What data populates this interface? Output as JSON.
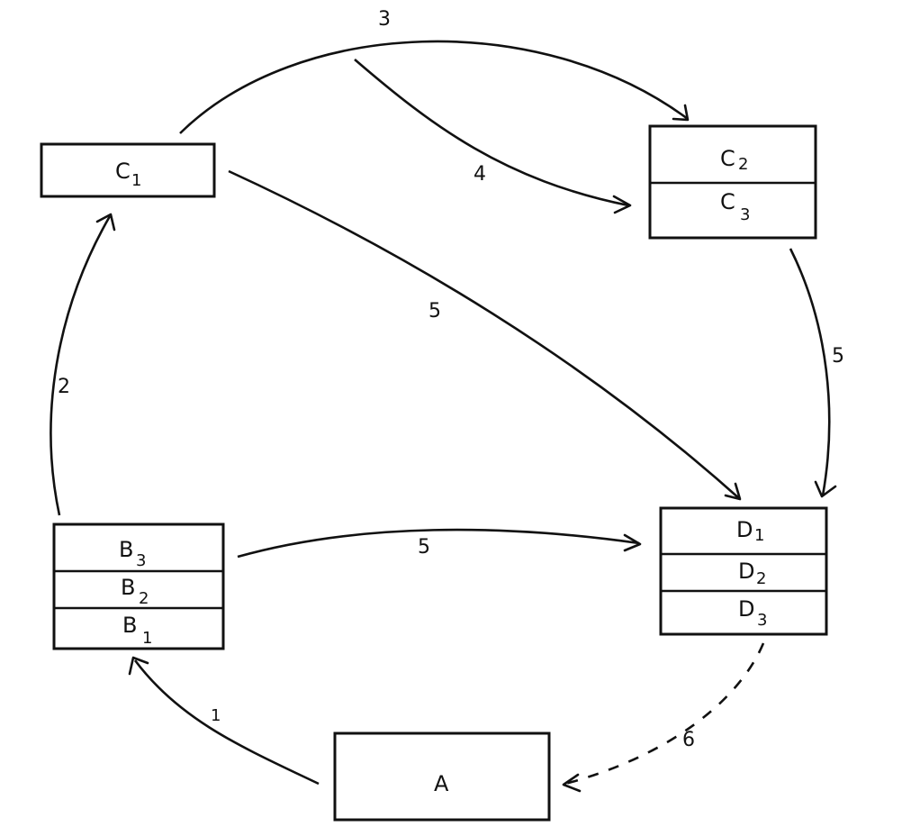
{
  "nodes": {
    "C1": {
      "label": "C",
      "sub": "1"
    },
    "C2": {
      "label": "C",
      "sub": "2"
    },
    "C3": {
      "label": "C",
      "sub": "3"
    },
    "B3": {
      "label": "B",
      "sub": "3"
    },
    "B2": {
      "label": "B",
      "sub": "2"
    },
    "B1": {
      "label": "B",
      "sub": "1"
    },
    "D1": {
      "label": "D",
      "sub": "1"
    },
    "D2": {
      "label": "D",
      "sub": "2"
    },
    "D3": {
      "label": "D",
      "sub": "3"
    },
    "A": {
      "label": "A"
    }
  },
  "edges": [
    {
      "id": "e1",
      "from": "A",
      "to": "B1",
      "label": "1",
      "style": "solid"
    },
    {
      "id": "e2",
      "from": "B3",
      "to": "C1",
      "label": "2",
      "style": "solid"
    },
    {
      "id": "e3",
      "from": "C1",
      "to": "C2",
      "label": "3",
      "style": "solid"
    },
    {
      "id": "e4",
      "from": "C2-top",
      "to": "C3",
      "label": "4",
      "style": "solid"
    },
    {
      "id": "e5a",
      "from": "C1",
      "to": "D1",
      "label": "5",
      "style": "solid"
    },
    {
      "id": "e5b",
      "from": "C3",
      "to": "D1",
      "label": "5",
      "style": "solid"
    },
    {
      "id": "e5c",
      "from": "B3",
      "to": "D1",
      "label": "5",
      "style": "solid"
    },
    {
      "id": "e6",
      "from": "D3",
      "to": "A",
      "label": "6",
      "style": "dashed"
    }
  ]
}
